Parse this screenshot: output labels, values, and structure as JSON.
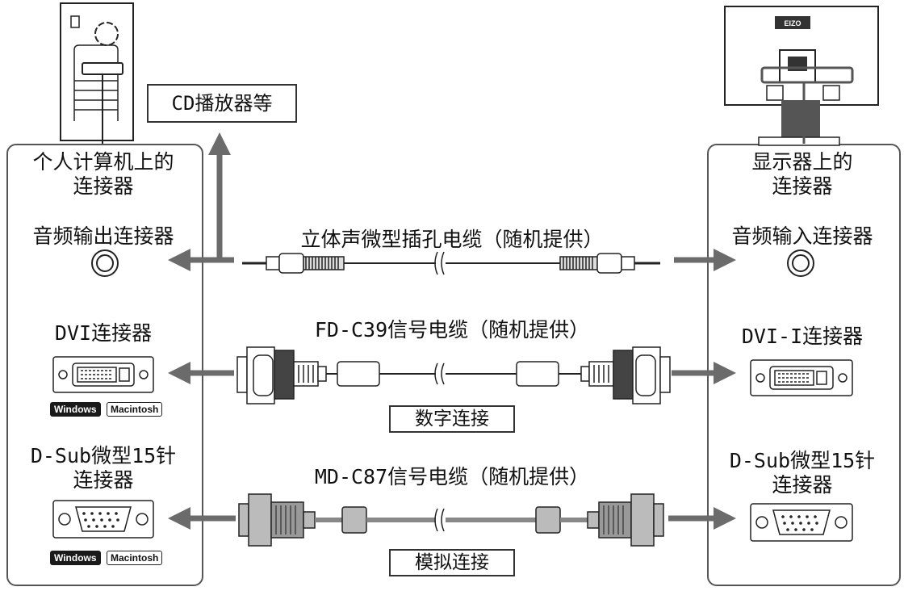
{
  "left_panel": {
    "title": "个人计算机上的\n连接器",
    "audio_label": "音频输出连接器",
    "dvi_label": "DVI连接器",
    "dsub_label": "D-Sub微型15针\n连接器",
    "badges_dvi": [
      "Windows",
      "Macintosh"
    ],
    "badges_dsub": [
      "Windows",
      "Macintosh"
    ]
  },
  "right_panel": {
    "title": "显示器上的\n连接器",
    "audio_label": "音频输入连接器",
    "dvi_label": "DVI-I连接器",
    "dsub_label": "D-Sub微型15针\n连接器"
  },
  "cd_box": "CD播放器等",
  "monitor_brand": "EIZO",
  "cables": {
    "audio": "立体声微型插孔电缆（随机提供）",
    "dvi": "FD-C39信号电缆（随机提供）",
    "dvi_type": "数字连接",
    "dsub": "MD-C87信号电缆（随机提供）",
    "dsub_type": "模拟连接"
  },
  "colors": {
    "arrow": "#6b6b6b",
    "outline": "#333333"
  }
}
